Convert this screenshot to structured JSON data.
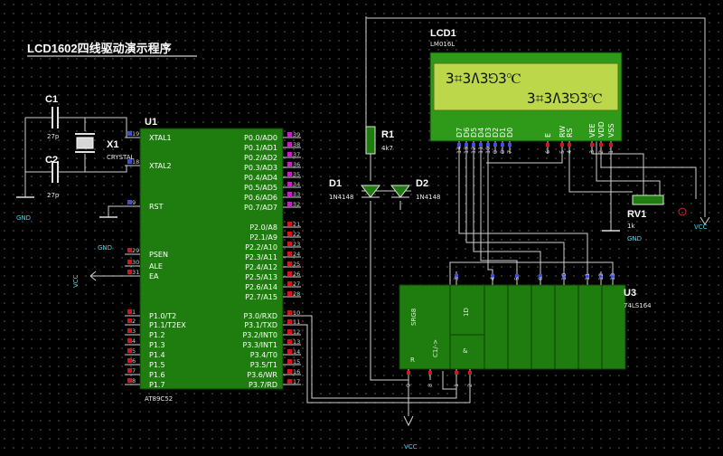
{
  "title": "LCD1602四线驱动演示程序",
  "colors": {
    "chip": "#1f7d0f",
    "lcd_bg": "#bcd84a",
    "lcd_body": "#2f9a1a",
    "wire": "#d0d0d0",
    "pin_red": "#d01818",
    "pin_blue": "#3a4fe0",
    "pin_magenta": "#c81ec8",
    "net_label": "#4fd3e6"
  },
  "u1": {
    "ref": "U1",
    "part": "AT89C52",
    "left_pins": [
      {
        "num": "19",
        "name": "XTAL1"
      },
      {
        "num": "18",
        "name": "XTAL2"
      },
      {
        "num": "9",
        "name": "RST"
      },
      {
        "num": "29",
        "name": "PSEN"
      },
      {
        "num": "30",
        "name": "ALE"
      },
      {
        "num": "31",
        "name": "EA"
      },
      {
        "num": "1",
        "name": "P1.0/T2"
      },
      {
        "num": "2",
        "name": "P1.1/T2EX"
      },
      {
        "num": "3",
        "name": "P1.2"
      },
      {
        "num": "4",
        "name": "P1.3"
      },
      {
        "num": "5",
        "name": "P1.4"
      },
      {
        "num": "6",
        "name": "P1.5"
      },
      {
        "num": "7",
        "name": "P1.6"
      },
      {
        "num": "8",
        "name": "P1.7"
      }
    ],
    "right_pins": [
      {
        "num": "39",
        "name": "P0.0/AD0"
      },
      {
        "num": "38",
        "name": "P0.1/AD1"
      },
      {
        "num": "37",
        "name": "P0.2/AD2"
      },
      {
        "num": "36",
        "name": "P0.3/AD3"
      },
      {
        "num": "35",
        "name": "P0.4/AD4"
      },
      {
        "num": "34",
        "name": "P0.5/AD5"
      },
      {
        "num": "33",
        "name": "P0.6/AD6"
      },
      {
        "num": "32",
        "name": "P0.7/AD7"
      },
      {
        "num": "21",
        "name": "P2.0/A8"
      },
      {
        "num": "22",
        "name": "P2.1/A9"
      },
      {
        "num": "23",
        "name": "P2.2/A10"
      },
      {
        "num": "24",
        "name": "P2.3/A11"
      },
      {
        "num": "25",
        "name": "P2.4/A12"
      },
      {
        "num": "26",
        "name": "P2.5/A13"
      },
      {
        "num": "27",
        "name": "P2.6/A14"
      },
      {
        "num": "28",
        "name": "P2.7/A15"
      },
      {
        "num": "10",
        "name": "P3.0/RXD"
      },
      {
        "num": "11",
        "name": "P3.1/TXD"
      },
      {
        "num": "12",
        "name": "P3.2/INT0"
      },
      {
        "num": "13",
        "name": "P3.3/INT1"
      },
      {
        "num": "14",
        "name": "P3.4/T0"
      },
      {
        "num": "15",
        "name": "P3.5/T1"
      },
      {
        "num": "16",
        "name": "P3.6/WR"
      },
      {
        "num": "17",
        "name": "P3.7/RD"
      }
    ]
  },
  "c1": {
    "ref": "C1",
    "value": "27p"
  },
  "c2": {
    "ref": "C2",
    "value": "27p"
  },
  "x1": {
    "ref": "X1",
    "value": "CRYSTAL"
  },
  "r1": {
    "ref": "R1",
    "value": "4k7"
  },
  "d1": {
    "ref": "D1",
    "value": "1N4148"
  },
  "d2": {
    "ref": "D2",
    "value": "1N4148"
  },
  "rv1": {
    "ref": "RV1",
    "value": "1k"
  },
  "lcd": {
    "ref": "LCD1",
    "part": "LM016L",
    "line1": "3⌗3Ʌ3⅁3℃",
    "line2": "3⌗3Ʌ3⅁3℃",
    "pins": [
      "D7",
      "D6",
      "D5",
      "D4",
      "D3",
      "D2",
      "D1",
      "D0",
      "E",
      "RW",
      "RS",
      "VEE",
      "VDD",
      "VSS"
    ],
    "pin_nums": [
      "14",
      "13",
      "12",
      "11",
      "10",
      "9",
      "8",
      "7",
      "6",
      "5",
      "4",
      "3",
      "2",
      "1"
    ]
  },
  "u3": {
    "ref": "U3",
    "part": "74LS164",
    "pin_nums": [
      "3",
      "4",
      "5",
      "6",
      "10",
      "11",
      "12",
      "13"
    ],
    "srg": "SRG8",
    "d_label": "1D",
    "c_label": "C1/->",
    "amp": "&",
    "r_label": "R",
    "bottom_pins": [
      "9",
      "8",
      "1",
      "2"
    ]
  },
  "nets": {
    "gnd": "GND",
    "vcc": "VCC"
  }
}
